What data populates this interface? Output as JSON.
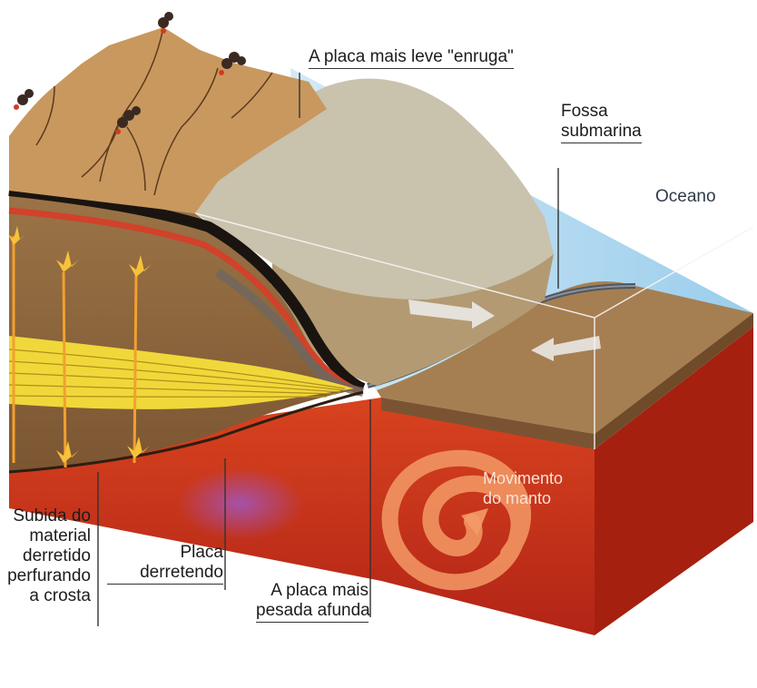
{
  "labels": {
    "enruga": "A placa mais leve \"enruga\"",
    "fossa_1": "Fossa",
    "fossa_2": "submarina",
    "oceano": "Oceano",
    "movimento_1": "Movimento",
    "movimento_2": "do manto",
    "subida_1": "Subida do",
    "subida_2": "material",
    "subida_3": "derretido",
    "subida_4": "perfurando",
    "subida_5": "a crosta",
    "placa_1": "Placa",
    "placa_2": "derretendo",
    "pesada_1": "A placa mais",
    "pesada_2": "pesada afunda"
  },
  "colors": {
    "mantle": "#c8321c",
    "mantle_dark": "#8e1c10",
    "ocean": "#a9d6ee",
    "continent": "#b08a5a",
    "seafloor": "#9c7a4e",
    "mountains": "#c89a62",
    "magma": "#f2b233",
    "sediment_yellow": "#f3e24a"
  }
}
